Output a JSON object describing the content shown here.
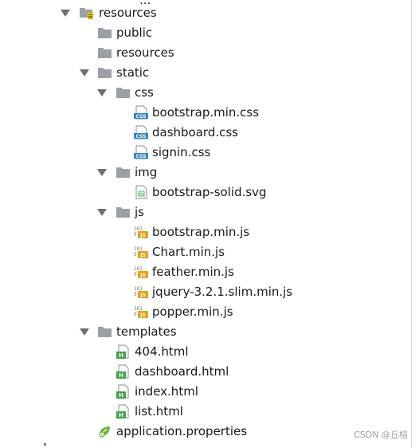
{
  "tree": {
    "clipped_top_text": "...",
    "items": [
      {
        "label": "resources",
        "type": "resource-folder",
        "expanded": true
      },
      {
        "label": "public",
        "type": "folder"
      },
      {
        "label": "resources",
        "type": "folder"
      },
      {
        "label": "static",
        "type": "folder",
        "expanded": true
      },
      {
        "label": "css",
        "type": "folder",
        "expanded": true
      },
      {
        "label": "bootstrap.min.css",
        "type": "css-file"
      },
      {
        "label": "dashboard.css",
        "type": "css-file"
      },
      {
        "label": "signin.css",
        "type": "css-file"
      },
      {
        "label": "img",
        "type": "folder",
        "expanded": true
      },
      {
        "label": "bootstrap-solid.svg",
        "type": "svg-file"
      },
      {
        "label": "js",
        "type": "folder",
        "expanded": true
      },
      {
        "label": "bootstrap.min.js",
        "type": "js-file"
      },
      {
        "label": "Chart.min.js",
        "type": "js-file"
      },
      {
        "label": "feather.min.js",
        "type": "js-file"
      },
      {
        "label": "jquery-3.2.1.slim.min.js",
        "type": "js-file"
      },
      {
        "label": "popper.min.js",
        "type": "js-file"
      },
      {
        "label": "templates",
        "type": "folder",
        "expanded": true
      },
      {
        "label": "404.html",
        "type": "html-file"
      },
      {
        "label": "dashboard.html",
        "type": "html-file"
      },
      {
        "label": "index.html",
        "type": "html-file"
      },
      {
        "label": "list.html",
        "type": "html-file"
      },
      {
        "label": "application.properties",
        "type": "properties-file"
      }
    ]
  },
  "icons": {
    "arrow": "chevron-down-icon",
    "folder": "folder-icon",
    "resource-folder": "resources-folder-icon",
    "css-file": "css-file-icon",
    "svg-file": "svg-file-icon",
    "js-file": "js-file-icon",
    "html-file": "html-file-icon",
    "properties-file": "spring-properties-icon"
  },
  "colors": {
    "folder": "#9aa0a6",
    "css_badge": "#2f86c8",
    "js_badge": "#e3a31d",
    "html_badge": "#43a047",
    "spring": "#6db33f",
    "text": "#1a1a1a",
    "arrow": "#6f6f6f"
  },
  "watermark": "CSDN @丘桔"
}
